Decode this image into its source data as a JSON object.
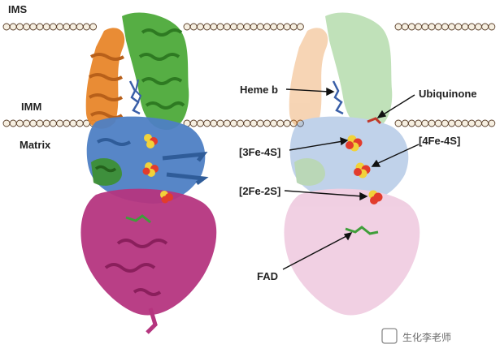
{
  "region_labels": {
    "ims": "IMS",
    "imm": "IMM",
    "matrix": "Matrix"
  },
  "annotations": {
    "heme_b": "Heme b",
    "ubiquinone": "Ubiquinone",
    "fe4s_3": "[3Fe-4S]",
    "fe4s_4": "[4Fe-4S]",
    "fe2s_2": "[2Fe-2S]",
    "fad": "FAD"
  },
  "watermark": "生化李老师",
  "colors": {
    "membrane_bead": "#f6efe1",
    "membrane_outline": "#5a3f2a",
    "subunit_orange": "#e8862a",
    "subunit_green": "#4daa3a",
    "subunit_blue": "#4e7fc4",
    "subunit_magenta": "#b5357f",
    "cluster_yellow": "#f1d23a",
    "cluster_red": "#e23c2c"
  }
}
